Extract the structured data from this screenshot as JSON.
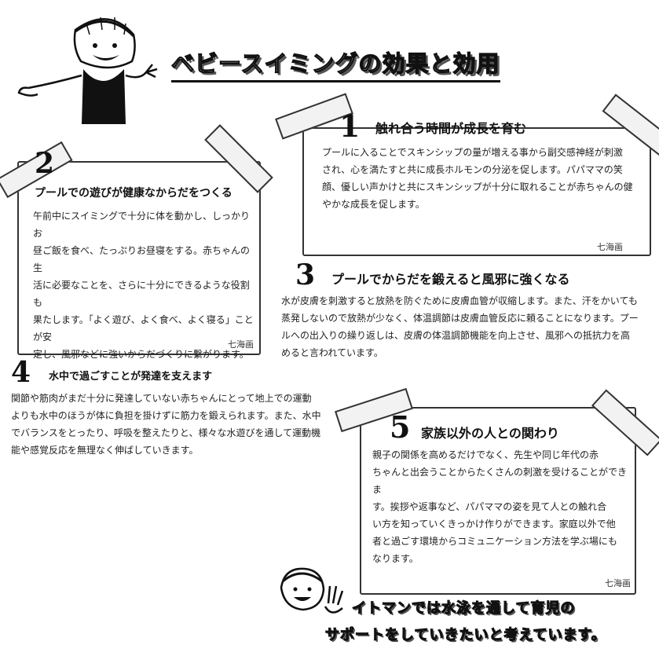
{
  "title": "ベビースイミングの効果と効用",
  "sections": [
    {
      "number": "1",
      "heading": "触れ合う時間が成長を育む",
      "lines": [
        "プールに入ることでスキンシップの量が増える事から副交感神経が刺激",
        "され、心を満たすと共に成長ホルモンの分泌を促します。パパママの笑",
        "顔、優しい声かけと共にスキンシップが十分に取れることが赤ちゃんの健",
        "やかな成長を促します。"
      ]
    },
    {
      "number": "2",
      "heading": "プールでの遊びが健康なからだをつくる",
      "lines": [
        "午前中にスイミングで十分に体を動かし、しっかりお",
        "昼ご飯を食べ、たっぷりお昼寝をする。赤ちゃんの生",
        "活に必要なことを、さらに十分にできるような役割も",
        "果たします。「よく遊び、よく食べ、よく寝る」ことが安",
        "定し、風邪などに強いからだづくりに繋がります。"
      ]
    },
    {
      "number": "3",
      "heading": "プールでからだを鍛えると風邪に強くなる",
      "lines": [
        "水が皮膚を刺激すると放熱を防ぐために皮膚血管が収縮します。また、汗をかいても",
        "蒸発しないので放熱が少なく、体温調節は皮膚血管反応に頼ることになります。プー",
        "ルへの出入りの繰り返しは、皮膚の体温調節機能を向上させ、風邪への抵抗力を高",
        "めると言われています。"
      ]
    },
    {
      "number": "4",
      "heading": "水中で過ごすことが発達を支えます",
      "lines": [
        "関節や筋肉がまだ十分に発達していない赤ちゃんにとって地上での運動",
        "よりも水中のほうが体に負担を掛けずに筋力を鍛えられます。また、水中",
        "でバランスをとったり、呼吸を整えたりと、様々な水遊びを通して運動機",
        "能や感覚反応を無理なく伸ばしていきます。"
      ]
    },
    {
      "number": "5",
      "heading": "家族以外の人との関わり",
      "lines": [
        "親子の関係を高めるだけでなく、先生や同じ年代の赤",
        "ちゃんと出会うことからたくさんの刺激を受けることができま",
        "す。挨拶や返事など、パパママの姿を見て人との触れ合",
        "い方を知っていくきっかけ作りができます。家庭以外で他",
        "者と過ごす環境からコミュニケーション方法を学ぶ場にも",
        "なります。"
      ]
    }
  ],
  "signature": "七海画",
  "footer": {
    "line1": "イトマンでは水泳を通して育児の",
    "line2": "サポートをしていきたいと考えています。"
  },
  "colors": {
    "ink": "#111111",
    "text": "#222222",
    "background": "#ffffff"
  }
}
